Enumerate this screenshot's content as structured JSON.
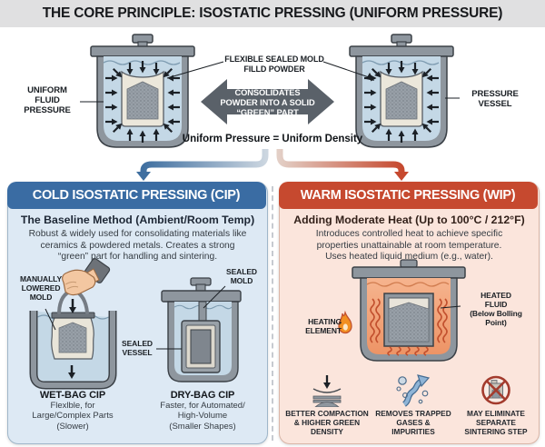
{
  "title": "THE CORE PRINCIPLE: ISOSTATIC PRESSING (UNIFORM PRESSURE)",
  "colors": {
    "cip_accent": "#3a6ca3",
    "wip_accent": "#c6492f",
    "cip_panel_bg": "#dde9f4",
    "wip_panel_bg": "#fbe5dc",
    "fluid_cold": "#c4d8e6",
    "fluid_warm": "#f2a379",
    "vessel_gray": "#8e969e",
    "title_bar_bg": "#e0e0e1"
  },
  "principle": {
    "fluid_label": "UNIFORM\nFLUID\nPRESSURE",
    "mold_label": "FLEXIBLE SEALED MOLD\nFILLD POWDER",
    "arrow_text": "CONSOLIDATES\nPOWDER INTO A SOLID\n“GREEN” PART",
    "vessel_label": "PRESSURE\nVESSEL",
    "equation": "Uniform Pressure = Uniform Density"
  },
  "cip": {
    "header": "COLD ISOSTATIC PRESSING (CIP)",
    "subtitle": "The Baseline Method (Ambient/Room Temp)",
    "body": "Robust & widely used for consolidating materials like\nceramics & powdered metals. Creates a strong\n“green” part for handling and sintering.",
    "wet_bag": {
      "mold_label": "MANUALLY\nLOWERED\nMOLD",
      "title": "WET-BAG CIP",
      "desc": "Flexlble, for\nLarge/Complex Parts\n(Slower)"
    },
    "dry_bag": {
      "mold_label": "SEALED\nMOLD",
      "vessel_label": "SEALED\nVESSEL",
      "title": "DRY-BAG CIP",
      "desc": "Faster, for Automated/\nHigh-Volume\n(Smaller Shapes)"
    }
  },
  "wip": {
    "header": "WARM ISOSTATIC PRESSING (WIP)",
    "subtitle": "Adding Moderate Heat (Up to 100°C / 212°F)",
    "body": "Introduces controlled heat to achieve specific\nproperties unattainable at room temperature.\nUses heated liquid medium (e.g., water).",
    "heating_label": "HEATING\nELEMENT",
    "fluid_label": "HEATED\nFLUID\n(Below Bolling\nPoint)",
    "benefits": [
      {
        "icon": "compaction-icon",
        "label": "BETTER COMPACTION\n& HIGHER GREEN\nDENSITY"
      },
      {
        "icon": "gas-removal-icon",
        "label": "REMOVES TRAPPED\nGASES & IMPURITIES"
      },
      {
        "icon": "no-sintering-icon",
        "label": "MAY ELIMINATE\nSEPARATE\nSINTERING STEP"
      }
    ]
  }
}
